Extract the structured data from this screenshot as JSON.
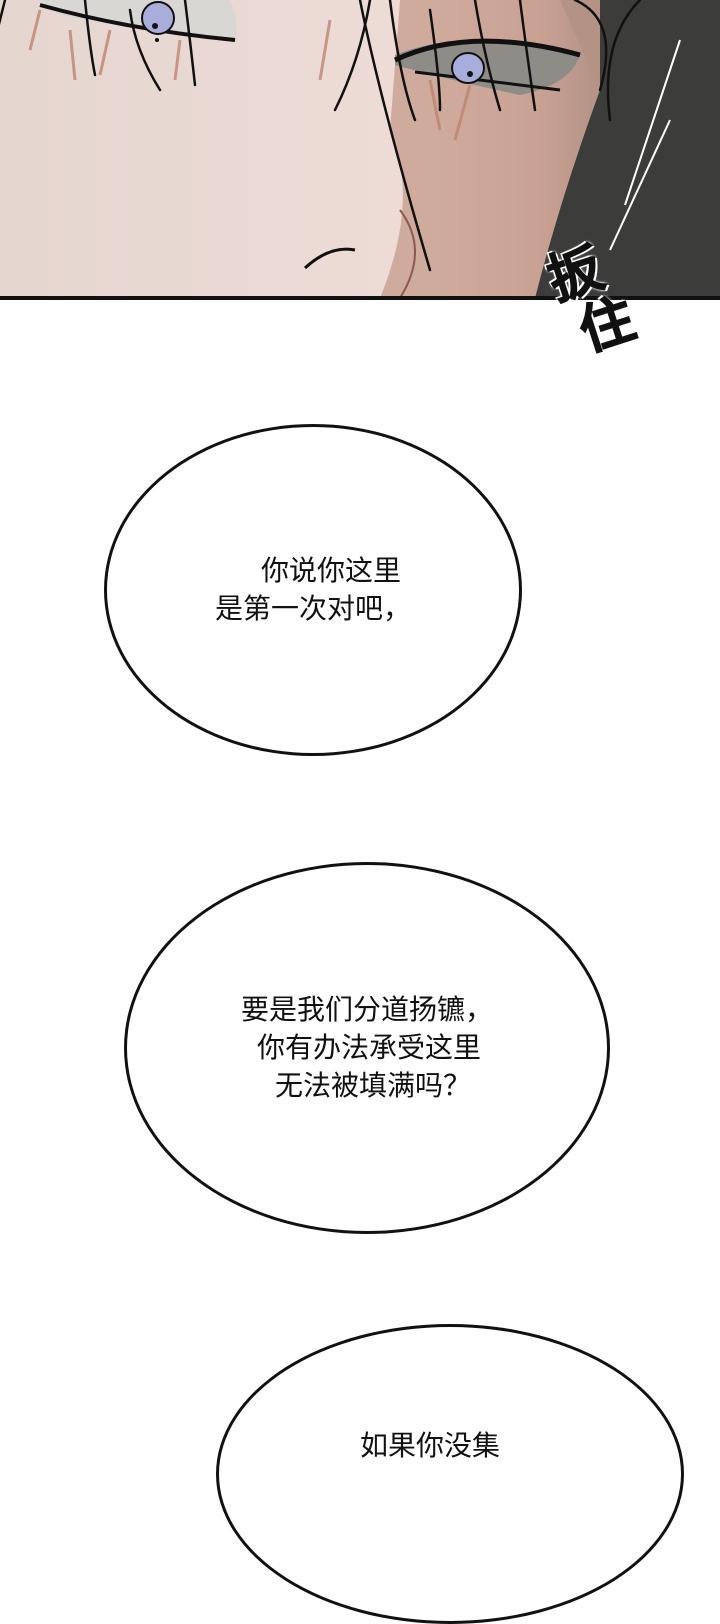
{
  "panel": {
    "description": "close-up of male face with dark hair strands and blue eyes",
    "colors": {
      "skin": "#ecdad5",
      "shadow": "#c89c8b",
      "hair": "#1a1a1a",
      "background_dark": "#3d3d3c",
      "iris": "#a8addc"
    }
  },
  "sfx": {
    "chars": [
      "扳",
      "住"
    ]
  },
  "bubbles": [
    {
      "lines": [
        "你说你这里",
        "是第一次对吧，"
      ]
    },
    {
      "lines": [
        "要是我们分道扬镳，",
        "你有办法承受这里",
        "无法被填满吗？"
      ]
    },
    {
      "lines": [
        "如果你没集"
      ]
    }
  ]
}
